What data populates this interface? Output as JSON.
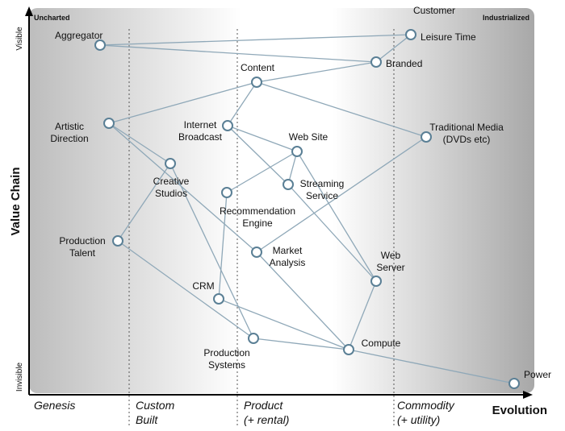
{
  "title": "",
  "regions": {
    "left": "Uncharted",
    "right": "Industrialized"
  },
  "y_axis": {
    "label": "Value Chain",
    "top": "Visible",
    "bottom": "Invisible"
  },
  "x_axis": {
    "label": "Evolution"
  },
  "stages": [
    {
      "id": "genesis",
      "lines": [
        "Genesis"
      ]
    },
    {
      "id": "custom",
      "lines": [
        "Custom",
        "Built"
      ]
    },
    {
      "id": "product",
      "lines": [
        "Product",
        "(+ rental)"
      ]
    },
    {
      "id": "commodity",
      "lines": [
        "Commodity",
        "(+ utility)"
      ]
    }
  ],
  "colors": {
    "line": "#8fa8b8",
    "node": "#5a7f95",
    "node_fill": "#ffffff",
    "axis": "#000000"
  },
  "nodes": [
    {
      "id": "customer",
      "lines": [
        "Customer"
      ]
    },
    {
      "id": "leisure",
      "lines": [
        "Leisure Time"
      ]
    },
    {
      "id": "aggregator",
      "lines": [
        "Aggregator"
      ]
    },
    {
      "id": "branded",
      "lines": [
        "Branded"
      ]
    },
    {
      "id": "content",
      "lines": [
        "Content"
      ]
    },
    {
      "id": "artistic",
      "lines": [
        "Artistic",
        "Direction"
      ]
    },
    {
      "id": "broadcast",
      "lines": [
        "Internet",
        "Broadcast"
      ]
    },
    {
      "id": "tradmedia",
      "lines": [
        "Traditional Media",
        "(DVDs etc)"
      ]
    },
    {
      "id": "website",
      "lines": [
        "Web Site"
      ]
    },
    {
      "id": "creative",
      "lines": [
        "Creative",
        "Studios"
      ]
    },
    {
      "id": "streaming",
      "lines": [
        "Streaming",
        "Service"
      ]
    },
    {
      "id": "recommend",
      "lines": [
        "Recommendation",
        "Engine"
      ]
    },
    {
      "id": "talent",
      "lines": [
        "Production",
        "Talent"
      ]
    },
    {
      "id": "market",
      "lines": [
        "Market",
        "Analysis"
      ]
    },
    {
      "id": "webserver",
      "lines": [
        "Web",
        "Server"
      ]
    },
    {
      "id": "crm",
      "lines": [
        "CRM"
      ]
    },
    {
      "id": "prodsys",
      "lines": [
        "Production",
        "Systems"
      ]
    },
    {
      "id": "compute",
      "lines": [
        "Compute"
      ]
    },
    {
      "id": "power",
      "lines": [
        "Power"
      ]
    }
  ],
  "edges": [
    [
      "customer",
      "leisure"
    ],
    [
      "aggregator",
      "leisure"
    ],
    [
      "aggregator",
      "branded"
    ],
    [
      "leisure",
      "branded"
    ],
    [
      "branded",
      "content"
    ],
    [
      "content",
      "artistic"
    ],
    [
      "content",
      "broadcast"
    ],
    [
      "content",
      "tradmedia"
    ],
    [
      "artistic",
      "creative"
    ],
    [
      "artistic",
      "market"
    ],
    [
      "broadcast",
      "website"
    ],
    [
      "broadcast",
      "streaming"
    ],
    [
      "website",
      "recommend"
    ],
    [
      "website",
      "streaming"
    ],
    [
      "website",
      "webserver"
    ],
    [
      "tradmedia",
      "market"
    ],
    [
      "creative",
      "talent"
    ],
    [
      "creative",
      "prodsys"
    ],
    [
      "streaming",
      "webserver"
    ],
    [
      "recommend",
      "crm"
    ],
    [
      "talent",
      "prodsys"
    ],
    [
      "market",
      "compute"
    ],
    [
      "webserver",
      "compute"
    ],
    [
      "crm",
      "compute"
    ],
    [
      "prodsys",
      "compute"
    ],
    [
      "compute",
      "power"
    ]
  ]
}
